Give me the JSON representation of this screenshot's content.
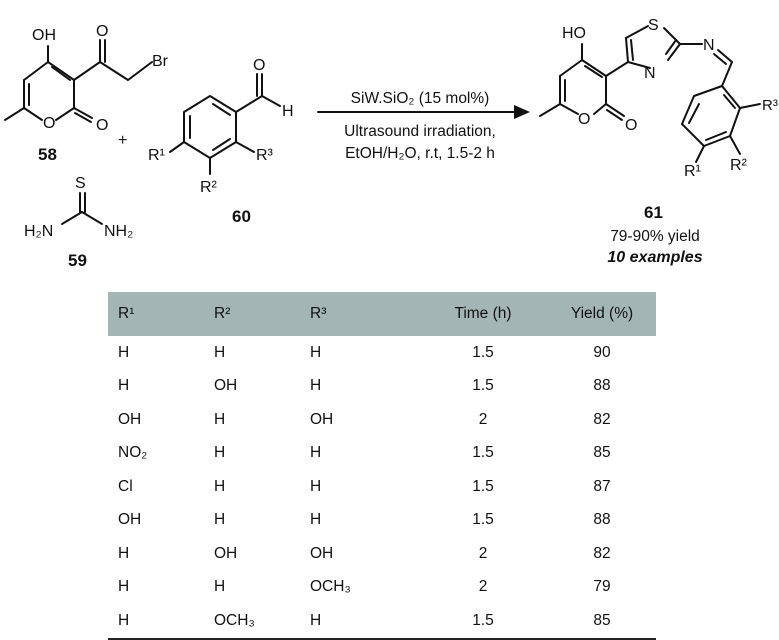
{
  "scheme": {
    "reactant_58": {
      "number": "58",
      "atoms": {
        "oh": "OH",
        "o_keto": "O",
        "br": "Br",
        "o_ring": "O",
        "o_lactone": "O"
      }
    },
    "plus": "+",
    "reactant_59": {
      "number": "59",
      "atoms": {
        "s": "S",
        "nh2_left": "H₂N",
        "nh2_right": "NH₂"
      }
    },
    "reactant_60": {
      "number": "60",
      "atoms": {
        "o": "O",
        "h": "H",
        "r1": "R¹",
        "r2": "R²",
        "r3": "R³"
      }
    },
    "conditions": {
      "catalyst": "SiW.SiO₂ (15 mol%)",
      "line2": "Ultrasound irradiation,",
      "line3": "EtOH/H₂O, r.t, 1.5-2 h"
    },
    "product_61": {
      "number": "61",
      "atoms": {
        "ho": "HO",
        "s": "S",
        "n_ring": "N",
        "n_imine": "N",
        "o_ring": "O",
        "o_lactone": "O",
        "r1": "R¹",
        "r2": "R²",
        "r3": "R³"
      },
      "yield": "79-90% yield",
      "examples": "10 examples",
      "examples_color": "#2a8a1f"
    }
  },
  "table": {
    "header_color": "#a4b5b5",
    "headers": [
      "R¹",
      "R²",
      "R³",
      "Time (h)",
      "Yield (%)"
    ],
    "rows": [
      [
        "H",
        "H",
        "H",
        "1.5",
        "90"
      ],
      [
        "H",
        "OH",
        "H",
        "1.5",
        "88"
      ],
      [
        "OH",
        "H",
        "OH",
        "2",
        "82"
      ],
      [
        "NO₂",
        "H",
        "H",
        "1.5",
        "85"
      ],
      [
        "Cl",
        "H",
        "H",
        "1.5",
        "87"
      ],
      [
        "OH",
        "H",
        "H",
        "1.5",
        "88"
      ],
      [
        "H",
        "OH",
        "OH",
        "2",
        "82"
      ],
      [
        "H",
        "H",
        "OCH₃",
        "2",
        "79"
      ],
      [
        "H",
        "OCH₃",
        "H",
        "1.5",
        "85"
      ]
    ]
  }
}
